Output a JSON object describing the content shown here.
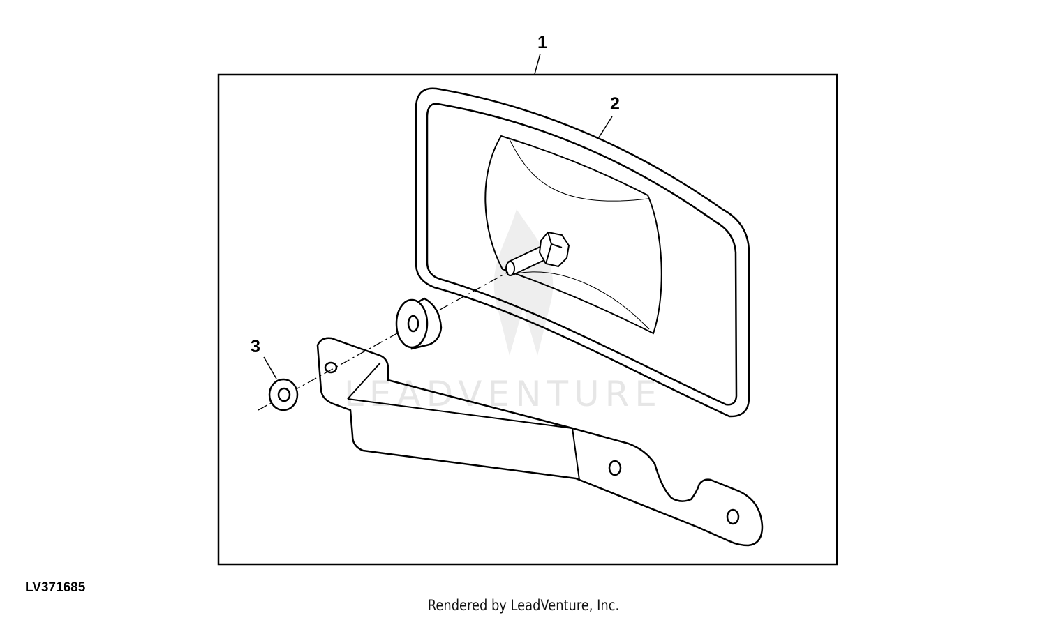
{
  "callouts": {
    "assembly": "1",
    "mirror": "2",
    "washer": "3"
  },
  "watermark": {
    "text": "LEADVENTURE",
    "color": "#e6e6e6"
  },
  "figure_id": "LV371685",
  "footer": "Rendered by LeadVenture, Inc.",
  "colors": {
    "line": "#000000",
    "background": "#ffffff"
  }
}
